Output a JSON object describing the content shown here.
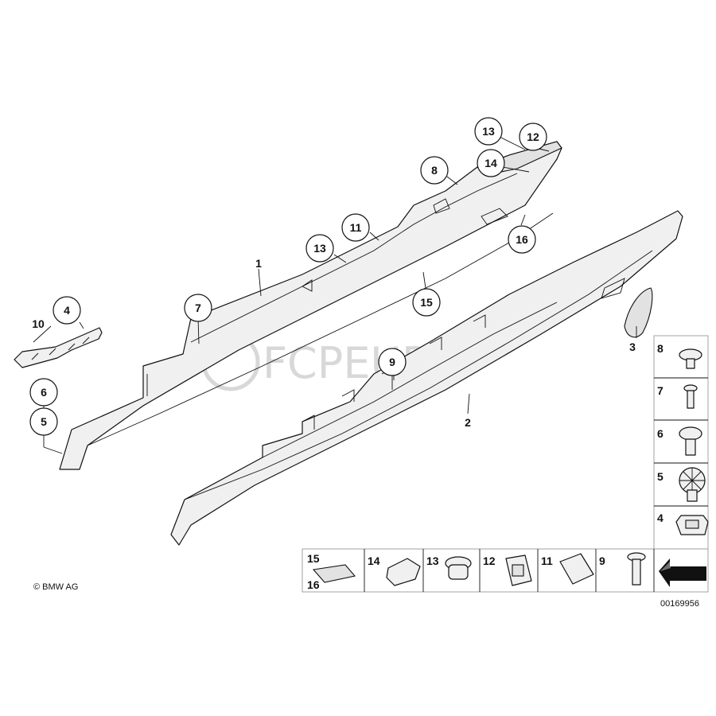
{
  "copyright": "© BMW AG",
  "diagram_number": "00169956",
  "watermark": "FCPEURO",
  "callouts": {
    "c13a": "13",
    "c12": "12",
    "c14": "14",
    "c8": "8",
    "c16": "16",
    "c11": "11",
    "c13b": "13",
    "c1": "1",
    "c15": "15",
    "c7": "7",
    "c4": "4",
    "c10": "10",
    "c9": "9",
    "c3": "3",
    "c6": "6",
    "c5": "5",
    "c2": "2"
  },
  "legend_right": [
    "8",
    "7",
    "6",
    "5",
    "4"
  ],
  "legend_bottom": [
    "15",
    "16",
    "14",
    "13",
    "12",
    "11",
    "9"
  ]
}
